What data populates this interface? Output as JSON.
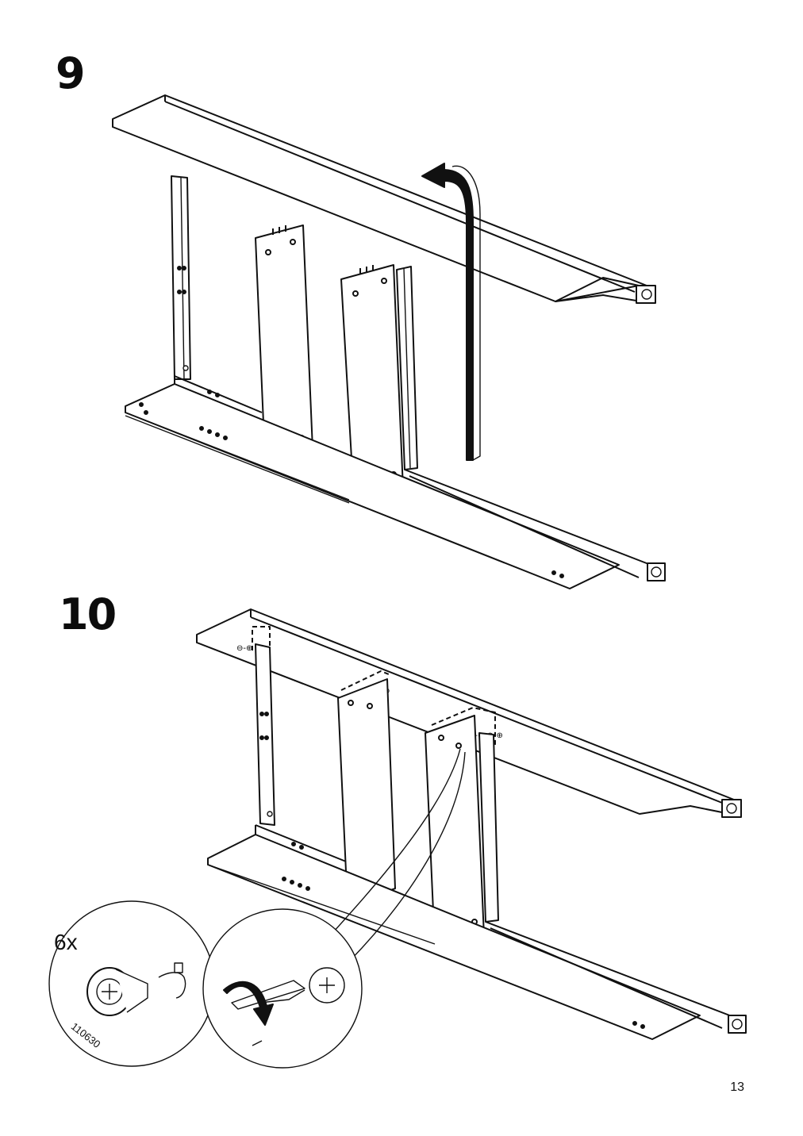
{
  "steps": [
    {
      "number": "9"
    },
    {
      "number": "10"
    }
  ],
  "hardware": {
    "quantity": "6x",
    "part_number": "110630"
  },
  "page": {
    "number": "13"
  },
  "icons": [
    "rotate-arrow-icon",
    "screwdriver-icon",
    "cam-lock-fitting-icon",
    "clockwise-arrow-icon"
  ]
}
